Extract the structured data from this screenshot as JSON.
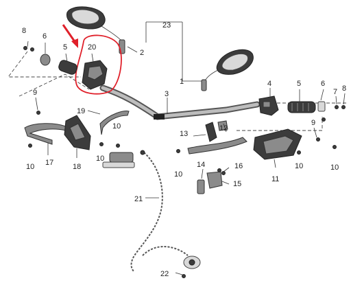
{
  "diagram": {
    "callouts": [
      "1",
      "2",
      "3",
      "4",
      "5",
      "6",
      "7",
      "8",
      "9",
      "10",
      "11",
      "12",
      "13",
      "14",
      "15",
      "16",
      "17",
      "18",
      "19",
      "20",
      "21",
      "22",
      "23"
    ],
    "highlight_color": "#e0202a",
    "highlighted_part": "20"
  }
}
